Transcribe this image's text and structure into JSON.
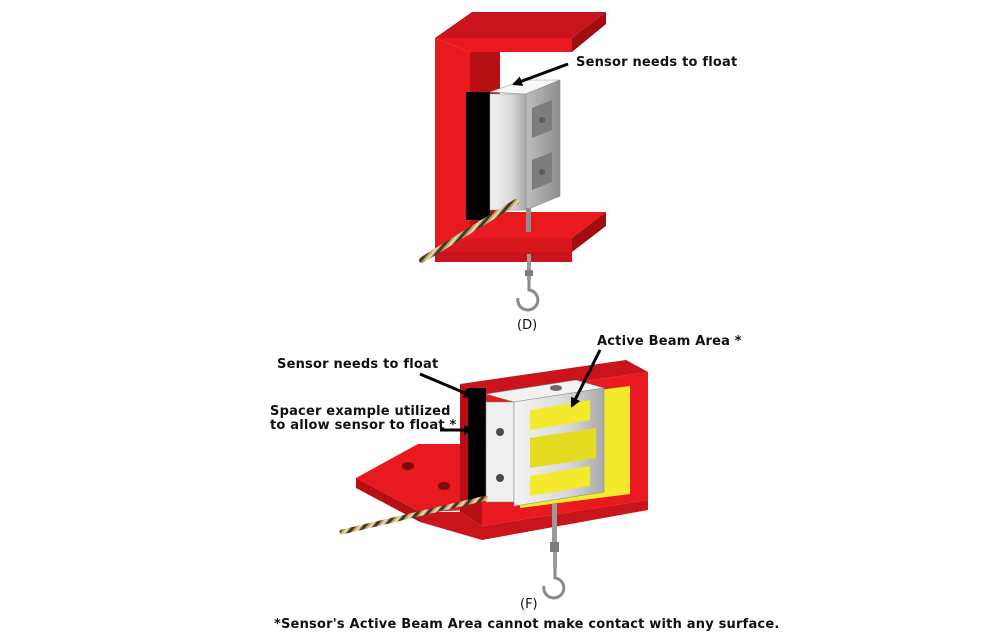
{
  "figure_d": {
    "caption": "(D)",
    "callout_float": "Sensor needs to float"
  },
  "figure_f": {
    "caption": "(F)",
    "callout_float": "Sensor needs to float",
    "callout_spacer_line1": "Spacer example utilized",
    "callout_spacer_line2": "to allow sensor to float *",
    "callout_beam": "Active Beam Area *"
  },
  "footnote": "*Sensor's Active Beam Area cannot make contact with any surface.",
  "colors": {
    "bracket": "#e8191f",
    "bracket_shadow": "#b80f14",
    "sensor": "#d9d9d9",
    "spacer": "#000000",
    "beam_area": "#f2ea2a"
  },
  "icons": [
    "hook-icon",
    "cable-icon",
    "arrow-icon"
  ]
}
